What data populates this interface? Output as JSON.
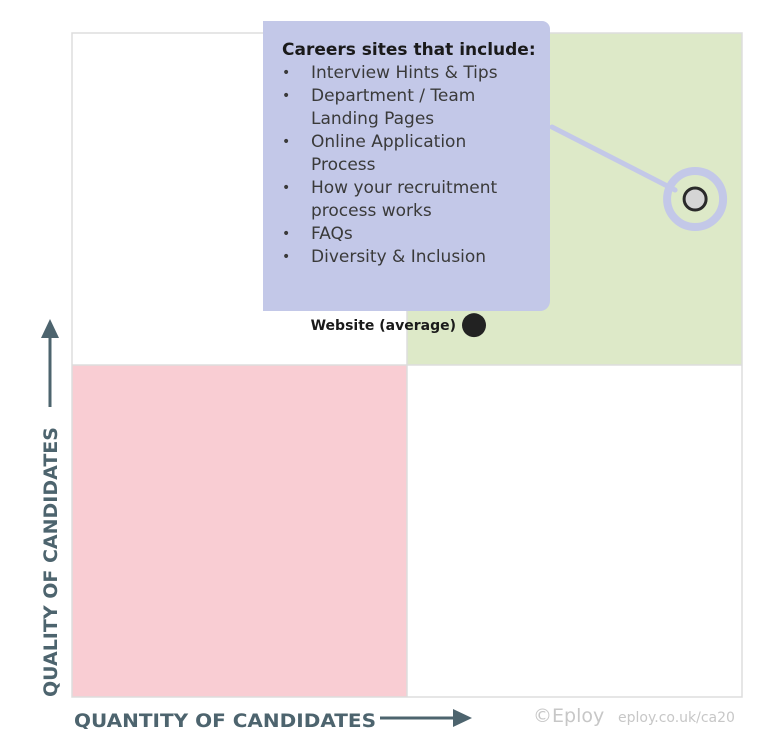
{
  "chart_data": {
    "type": "scatter",
    "xlabel": "QUANTITY OF CANDIDATES",
    "ylabel": "QUALITY OF CANDIDATES",
    "xlim": [
      0,
      1
    ],
    "ylim": [
      0,
      1
    ],
    "grid": "2x2 quadrants",
    "quadrant_colors": {
      "top_left": "#ffffff",
      "top_right": "#dde9c8",
      "bottom_left": "#f9cdd3",
      "bottom_right": "#ffffff"
    },
    "points": [
      {
        "label": "Website (average)",
        "x": 0.6,
        "y": 0.56,
        "color": "#222222",
        "style": "filled"
      },
      {
        "label": "",
        "x": 0.93,
        "y": 0.75,
        "color": "#d5d5d5",
        "ring_color": "#c3c8e8",
        "style": "ringed"
      }
    ],
    "callout": {
      "title": "Careers sites that include:",
      "items": [
        "Interview Hints & Tips",
        "Department / Team Landing Pages",
        "Online Application Process",
        "How your recruitment process works",
        "FAQs",
        "Diversity & Inclusion"
      ],
      "color": "#c3c8e8"
    }
  },
  "credit": {
    "copyright": "©Eploy",
    "url": "eploy.co.uk/ca20"
  },
  "colors": {
    "axis": "#4d646e",
    "border": "#dddddd",
    "credit": "#c7c7c7"
  }
}
